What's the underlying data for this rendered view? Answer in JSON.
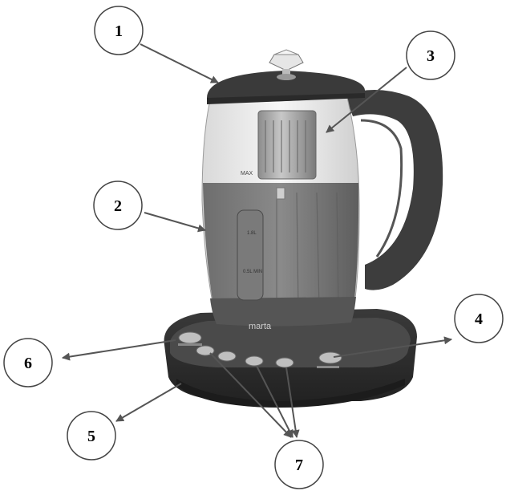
{
  "brand": "marta",
  "marks": {
    "max": "MAX",
    "level_high": "1.8L",
    "level_low": "0.5L MIN"
  },
  "callouts": [
    "1",
    "2",
    "3",
    "4",
    "5",
    "6",
    "7"
  ]
}
